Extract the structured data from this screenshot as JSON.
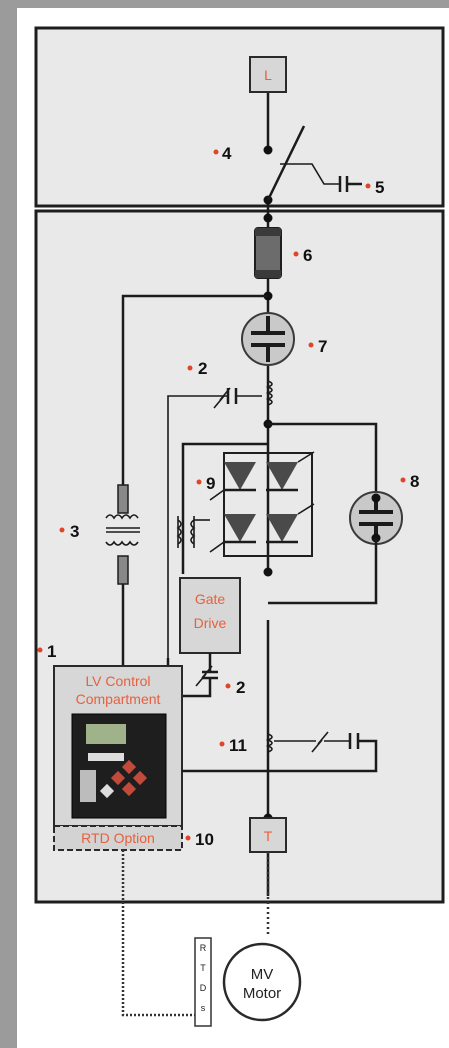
{
  "terminals": {
    "line": "L",
    "load": "T"
  },
  "callouts": {
    "c1": "1",
    "c2a": "2",
    "c2b": "2",
    "c3": "3",
    "c4": "4",
    "c5": "5",
    "c6": "6",
    "c7": "7",
    "c8": "8",
    "c9": "9",
    "c10": "10",
    "c11": "11"
  },
  "gate_drive": {
    "line1": "Gate",
    "line2": "Drive"
  },
  "lv_control": {
    "line1": "LV Control",
    "line2": "Compartment"
  },
  "rtd_option": "RTD Option",
  "rtds_letters": [
    "R",
    "T",
    "D",
    "s"
  ],
  "motor": {
    "line1": "MV",
    "line2": "Motor"
  },
  "colors": {
    "panel_fill": "#e9e9e9",
    "box_fill": "#d7d7d7",
    "label_red": "#e8603e",
    "callout_dot": "#e0442a",
    "frame_gray": "#9b9b9b"
  }
}
